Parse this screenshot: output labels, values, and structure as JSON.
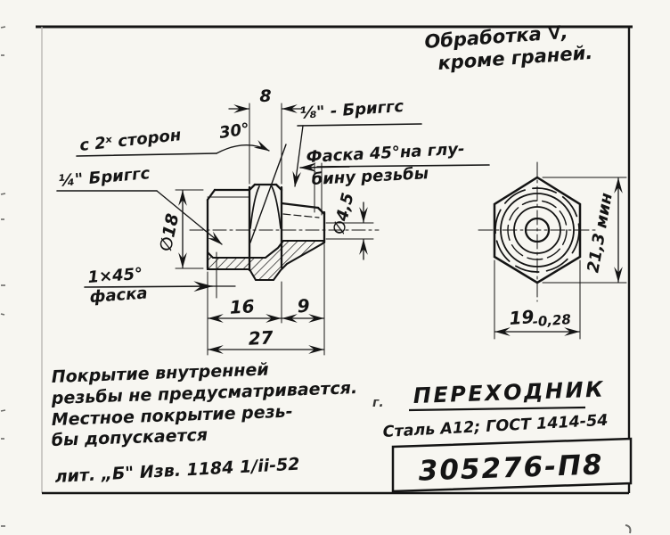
{
  "top_note": {
    "line1": "Обработка ∇,",
    "line2": "кроме граней."
  },
  "main_view": {
    "dim_hex_width": "8",
    "angle": "30°",
    "note_two_sides": "с 2ˣ сторон",
    "thread_left": "¼\" Бриггс",
    "thread_right": "⅛\" - Бриггс",
    "chamfer_note_line1": "Фаска 45°на глу-",
    "chamfer_note_line2": "бину резьбы",
    "dim_major_diameter": "∅18",
    "dim_bore_diameter": "∅4,5",
    "chamfer_left_line1": "1×45°",
    "chamfer_left_line2": "фаска",
    "dim_body_length": "16",
    "dim_tip_length": "9",
    "dim_total_length": "27"
  },
  "end_view": {
    "dim_across_corners": "21,3 мин",
    "dim_across_flats": "19",
    "dim_across_flats_tolerance": "-0,28"
  },
  "notes": {
    "line1": "Покрытие внутренней",
    "line2": "резьбы не предусматривается.",
    "line3": "Местное  покрытие  резь-",
    "line4": "бы  допускается",
    "revision": "лит. „Б\" Изв. 1184   1/ii-52"
  },
  "title_block": {
    "artifact": "г.",
    "title": "ПЕРЕХОДНИК",
    "material": "Сталь А12; ГОСТ 1414-54",
    "part_number": "305276-П8"
  }
}
